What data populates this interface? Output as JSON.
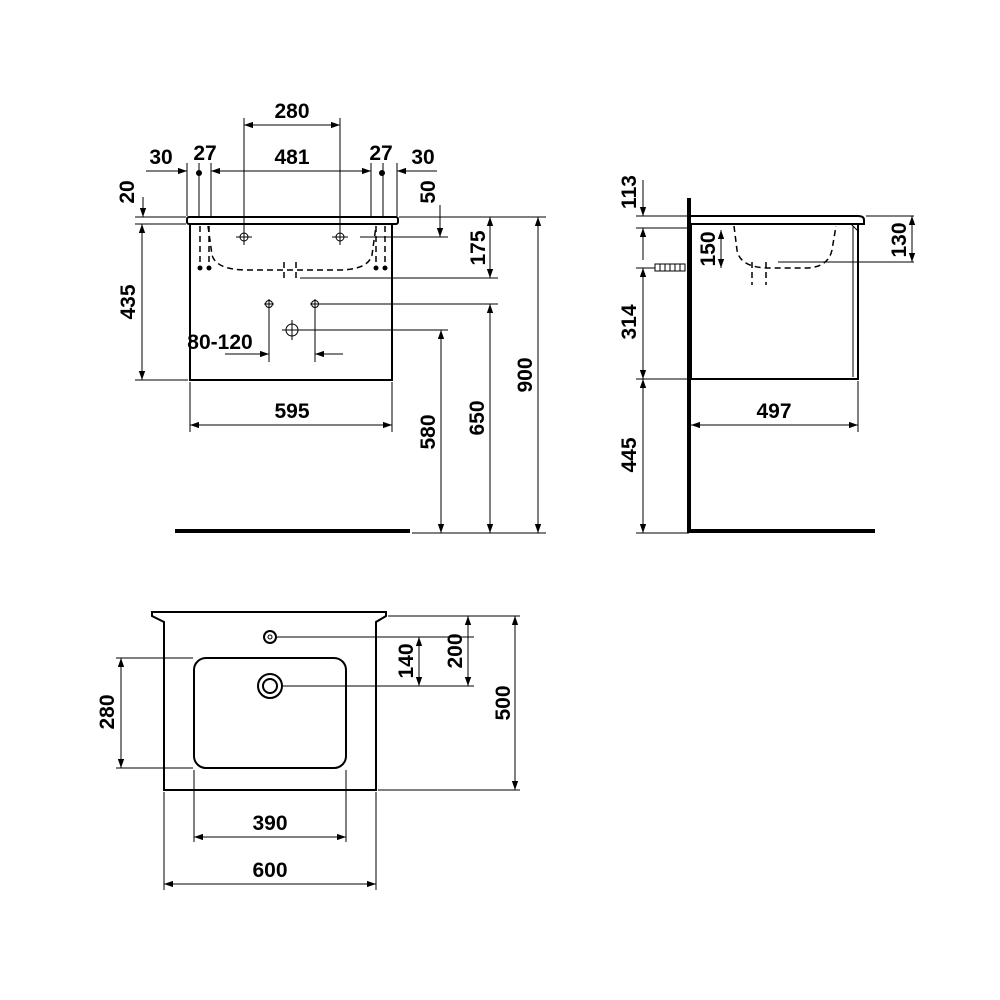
{
  "colors": {
    "line": "#000000",
    "background": "#ffffff"
  },
  "front_view": {
    "dims": {
      "top_280": "280",
      "left_30": "30",
      "left_27": "27",
      "center_481": "481",
      "right_27": "27",
      "right_30": "30",
      "top_20": "20",
      "top_50": "50",
      "height_435": "435",
      "depth_175": "175",
      "range_80_120": "80-120",
      "width_595": "595",
      "height_580": "580",
      "height_650": "650",
      "height_900": "900"
    }
  },
  "side_view": {
    "dims": {
      "top_113": "113",
      "drain_150": "150",
      "top_130": "130",
      "cabinet_314": "314",
      "depth_497": "497",
      "floor_445": "445"
    }
  },
  "top_view": {
    "dims": {
      "basin_280": "280",
      "tap_140": "140",
      "tap_200": "200",
      "depth_500": "500",
      "basin_390": "390",
      "width_600": "600"
    }
  }
}
